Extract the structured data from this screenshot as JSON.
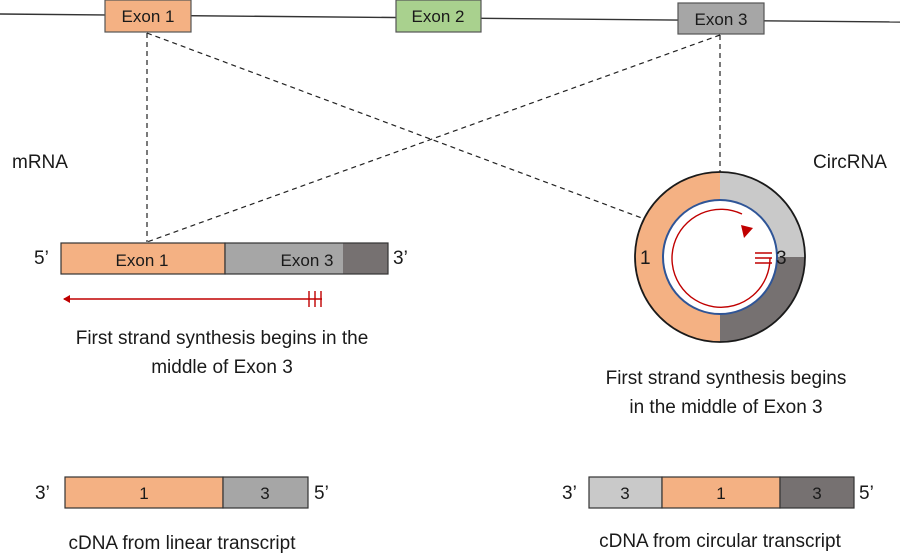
{
  "colors": {
    "exon1": "#f4b183",
    "exon2": "#a9d18e",
    "exon3": "#a6a6a6",
    "exon3_light": "#c9c9c9",
    "exon3_dark": "#767171",
    "arrow": "#c00000",
    "ring_outline": "#2f5597",
    "stroke": "#333333"
  },
  "gene": {
    "exons": [
      {
        "label": "Exon 1"
      },
      {
        "label": "Exon 2"
      },
      {
        "label": "Exon 3"
      }
    ]
  },
  "mrna": {
    "title": "mRNA",
    "five_prime": "5’",
    "three_prime": "3’",
    "segment1": "Exon 1",
    "segment2": "Exon 3",
    "caption_line1": "First strand synthesis begins in the",
    "caption_line2": "middle of Exon 3"
  },
  "circrna": {
    "title": "CircRNA",
    "label_left": "1",
    "label_right": "3",
    "caption_line1": "First strand synthesis begins",
    "caption_line2": "in the middle of Exon 3"
  },
  "cdna_linear": {
    "left_end": "3’",
    "right_end": "5’",
    "segments": [
      "1",
      "3"
    ],
    "caption": "cDNA from linear transcript"
  },
  "cdna_circular": {
    "left_end": "3’",
    "right_end": "5’",
    "segments": [
      "3",
      "1",
      "3"
    ],
    "caption": "cDNA from circular transcript"
  }
}
